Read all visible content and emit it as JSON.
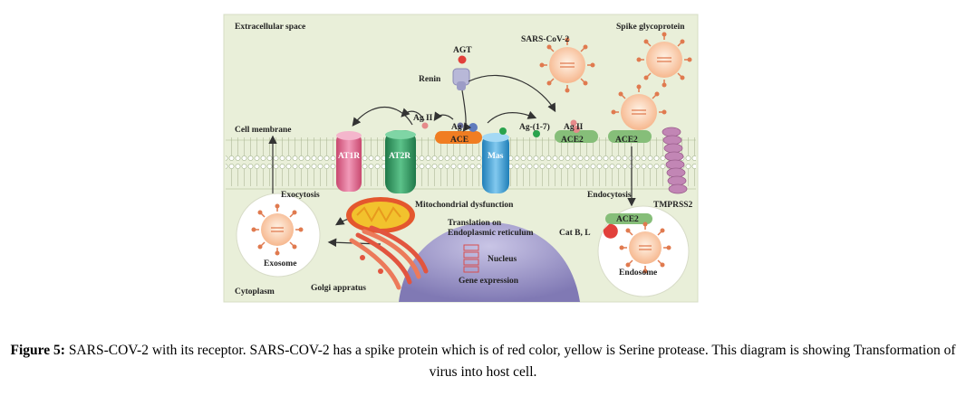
{
  "diagram": {
    "labels": {
      "extracellular": "Extracellular space",
      "sars": "SARS-CoV-2",
      "spike": "Spike glycoprotein",
      "agt": "AGT",
      "renin": "Renin",
      "cell_membrane": "Cell membrane",
      "ag2_left": "Ag II",
      "ag1": "Ag I",
      "ace": "ACE",
      "ag17": "Ag-(1-7)",
      "ag2_right": "Ag II",
      "ace2_a": "ACE2",
      "ace2_b": "ACE2",
      "at1r": "AT1R",
      "at2r": "AT2R",
      "mas": "Mas",
      "exocytosis": "Exocytosis",
      "mito": "Mitochondrial dysfunction",
      "endocytosis": "Endocytosis",
      "tmprss2": "TMPRSS2",
      "translation1": "Translation on",
      "translation2": "Endoplasmic reticulum",
      "ace2_endo": "ACE2",
      "catbl": "Cat B, L",
      "nucleus": "Nucleus",
      "gene": "Gene expression",
      "exosome": "Exosome",
      "endosome": "Endosome",
      "cytoplasm": "Cytoplasm",
      "golgi": "Golgi appratus"
    },
    "colors": {
      "background": "#e9efd9",
      "membrane": "#c7d2b0",
      "at1r": "#e46a9a",
      "at2r": "#2e9a62",
      "mas": "#3a9fd6",
      "ace": "#f07d22",
      "ace2": "#86be79",
      "tmprss2": "#c286b5",
      "virus": "#f7c8a3",
      "spike_tip": "#e07a4f",
      "nucleus": "#9a94c7",
      "golgi": "#e2553f",
      "mito": "#f2c22d"
    }
  },
  "caption": {
    "bold": "Figure 5:",
    "text": " SARS-COV-2 with its receptor. SARS-COV-2 has a spike protein which is of red color, yellow is Serine protease. This diagram is showing Transformation of virus into host cell."
  }
}
